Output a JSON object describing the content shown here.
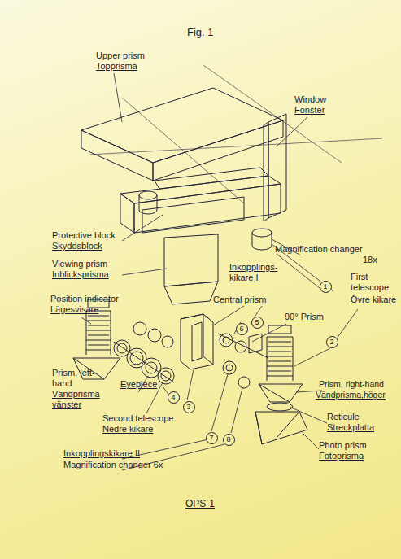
{
  "diagram": {
    "title": "Fig. 1",
    "caption": "OPS-1",
    "nodes": [
      {
        "text": [
          "1"
        ]
      },
      {
        "text": [
          "2"
        ]
      },
      {
        "text": [
          "3"
        ]
      },
      {
        "text": [
          "4"
        ]
      },
      {
        "text": [
          "5"
        ]
      },
      {
        "text": [
          "6"
        ]
      },
      {
        "text": [
          "7"
        ]
      },
      {
        "text": [
          "8"
        ]
      }
    ],
    "labels": [
      "Upper prism",
      "Topprisma",
      "Window",
      "Fönster",
      "Protective block",
      "Skyddsblock",
      "Viewing prism",
      "Inblicksprisma",
      "Magnification changer",
      "18x",
      "Inkopplings- kikare I",
      "First telescope",
      "Övre kikare",
      "Position indicator",
      "Lägesvisare",
      "Central prism",
      "90° Prism",
      "Prism, left-hand",
      "Vändprisma vänster",
      "Eyepiece",
      "Prism, right-hand",
      "Vändprisma,höger",
      "Reticule",
      "Streckplatta",
      "Photo prism",
      "Fotoprisma",
      "Second telescope",
      "Nedre kikare",
      "Inkopplingskikare II",
      "Magnification changer 6x"
    ]
  }
}
